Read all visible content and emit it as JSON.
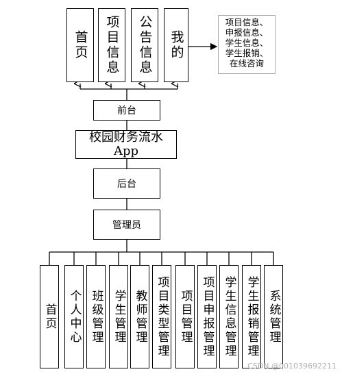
{
  "frontend": {
    "top_modules": [
      "首页",
      "项目信息",
      "公告信息",
      "我的"
    ],
    "note": "项目信息、\n申报信息、\n学生信息、\n学生报销、\n在线咨询",
    "label": "前台"
  },
  "app": {
    "line1": "校园财务流水",
    "line2": "App"
  },
  "backend": {
    "label": "后台",
    "admin": "管理员",
    "modules": [
      "首页",
      "个人中心",
      "班级管理",
      "学生管理",
      "教师管理",
      "项目类型管理",
      "项目管理",
      "项目申报管理",
      "学生信息管理",
      "学生报销管理",
      "系统管理"
    ]
  },
  "watermark": "CSDN @001039692211"
}
